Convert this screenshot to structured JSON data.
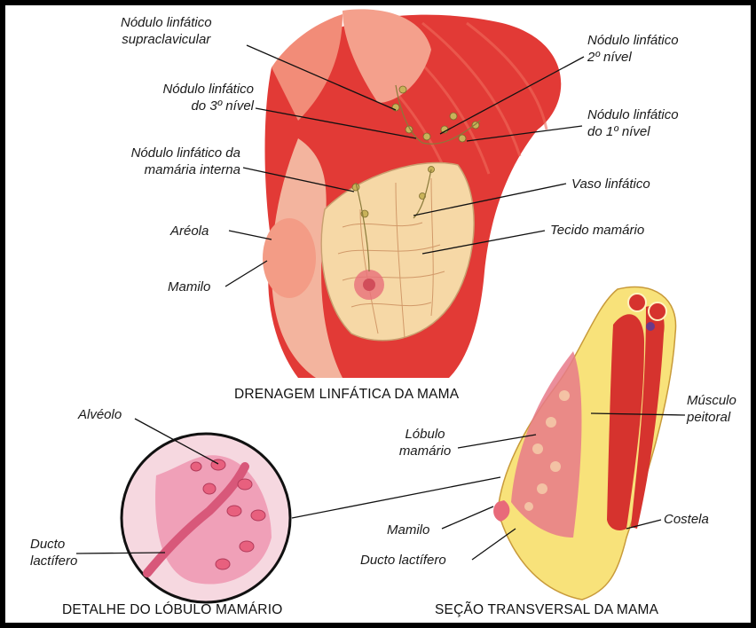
{
  "labels": {
    "supraclavicular_l1": "Nódulo linfático",
    "supraclavicular_l2": "supraclavicular",
    "nivel3_l1": "Nódulo linfático",
    "nivel3_l2": "do 3º nível",
    "mamaria_l1": "Nódulo linfático da",
    "mamaria_l2": "mamária interna",
    "areola": "Aréola",
    "mamilo_top": "Mamilo",
    "nivel2_l1": "Nódulo linfático",
    "nivel2_l2": "2º nível",
    "nivel1_l1": "Nódulo linfático",
    "nivel1_l2": "do 1º nível",
    "vaso": "Vaso linfático",
    "tecido": "Tecido mamário",
    "alveolo": "Alvéolo",
    "ducto_l1": "Ducto",
    "ducto_l2": "lactífero",
    "lobulo_l1": "Lóbulo",
    "lobulo_l2": "mamário",
    "musculo_l1": "Músculo",
    "musculo_l2": "peitoral",
    "costela": "Costela",
    "mamilo_section": "Mamilo",
    "ducto_section": "Ducto lactífero"
  },
  "captions": {
    "drenagem": "DRENAGEM LINFÁTICA DA MAMA",
    "detalhe": "DETALHE DO LÓBULO MAMÁRIO",
    "secao": "SEÇÃO TRANSVERSAL DA MAMA"
  },
  "colors": {
    "muscle": "#e23a36",
    "skin": "#f3b49e",
    "tissue": "#f6d8a6",
    "lobule": "#e87a8a",
    "fat": "#f8e27a"
  }
}
